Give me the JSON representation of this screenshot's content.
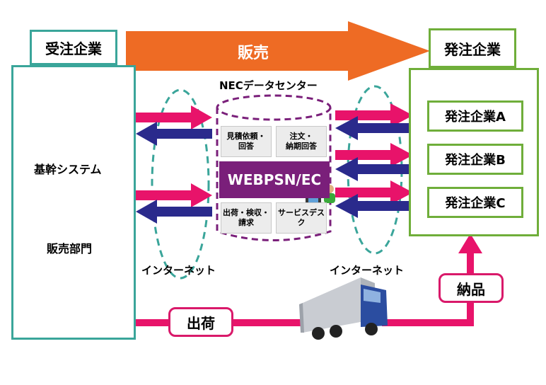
{
  "seller": {
    "title": "受注企業",
    "system_label": "基幹システム",
    "sales_label": "販売部門"
  },
  "sales_arrow": {
    "label": "販売"
  },
  "buyer": {
    "title": "発注企業",
    "companies": [
      "発注企業A",
      "発注企業B",
      "発注企業C"
    ]
  },
  "datacenter": {
    "title": "NECデータセンター",
    "platform": "WEBPSN/EC",
    "cells": [
      "見積依頼・\n回答",
      "注文・\n納期回答",
      "出荷・検収・\n請求",
      "サービスデスク"
    ]
  },
  "internet_left": "インターネット",
  "internet_right": "インターネット",
  "shipping_label": "出荷",
  "delivery_label": "納品",
  "colors": {
    "teal": "#3aa59a",
    "green": "#6fae3a",
    "orange": "#ee6b24",
    "pink": "#e8136a",
    "navy": "#2a2a8c",
    "purple": "#7a1f7a"
  }
}
